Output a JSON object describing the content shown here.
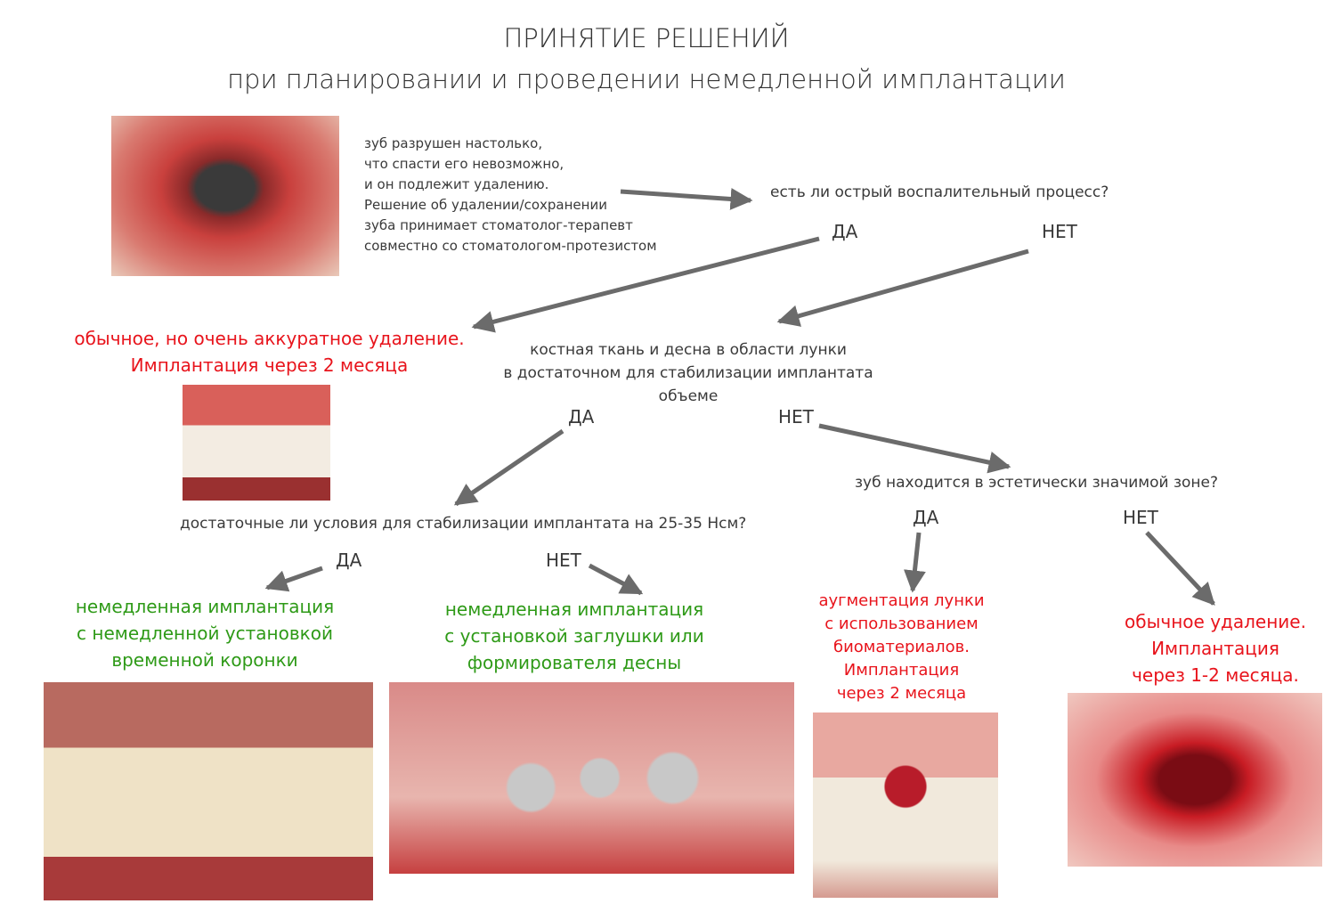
{
  "title": "ПРИНЯТИЕ РЕШЕНИЙ",
  "subtitle": "при планировании и проведении немедленной имплантации",
  "intro": "зуб разрушен настолько,\nчто спасти его невозможно,\nи он подлежит удалению.\nРешение об удалении/сохранении\nзуба принимает стоматолог-терапевт\nсовместно со стоматологом-протезистом",
  "q1": {
    "text": "есть ли острый воспалительный процесс?",
    "yes": "ДА",
    "no": "НЕТ"
  },
  "r1_yes": "обычное, но очень аккуратное удаление.\nИмплантация через 2 месяца",
  "q2": {
    "text": "костная ткань и десна в области лунки\nв достаточном для стабилизации имплантата\nобъеме",
    "yes": "ДА",
    "no": "НЕТ"
  },
  "q3": {
    "text": "достаточные ли условия для стабилизации имплантата на 25-35 Нсм?",
    "yes": "ДА",
    "no": "НЕТ"
  },
  "q4": {
    "text": "зуб находится в эстетически значимой зоне?",
    "yes": "ДА",
    "no": "НЕТ"
  },
  "r3_yes": "немедленная имплантация\nс немедленной установкой\nвременной коронки",
  "r3_no": "немедленная имплантация\nс установкой заглушки или\nформирователя десны",
  "r4_yes": "аугментация лунки\nс использованием\nбиоматериалов.\nИмплантация\nчерез 2 месяца",
  "r4_no": "обычное удаление.\nИмплантация\nчерез 1-2 месяца.",
  "colors": {
    "text": "#3a3a3a",
    "red": "#e8141c",
    "green": "#2e9a17",
    "arrow": "#6b6b6b"
  }
}
